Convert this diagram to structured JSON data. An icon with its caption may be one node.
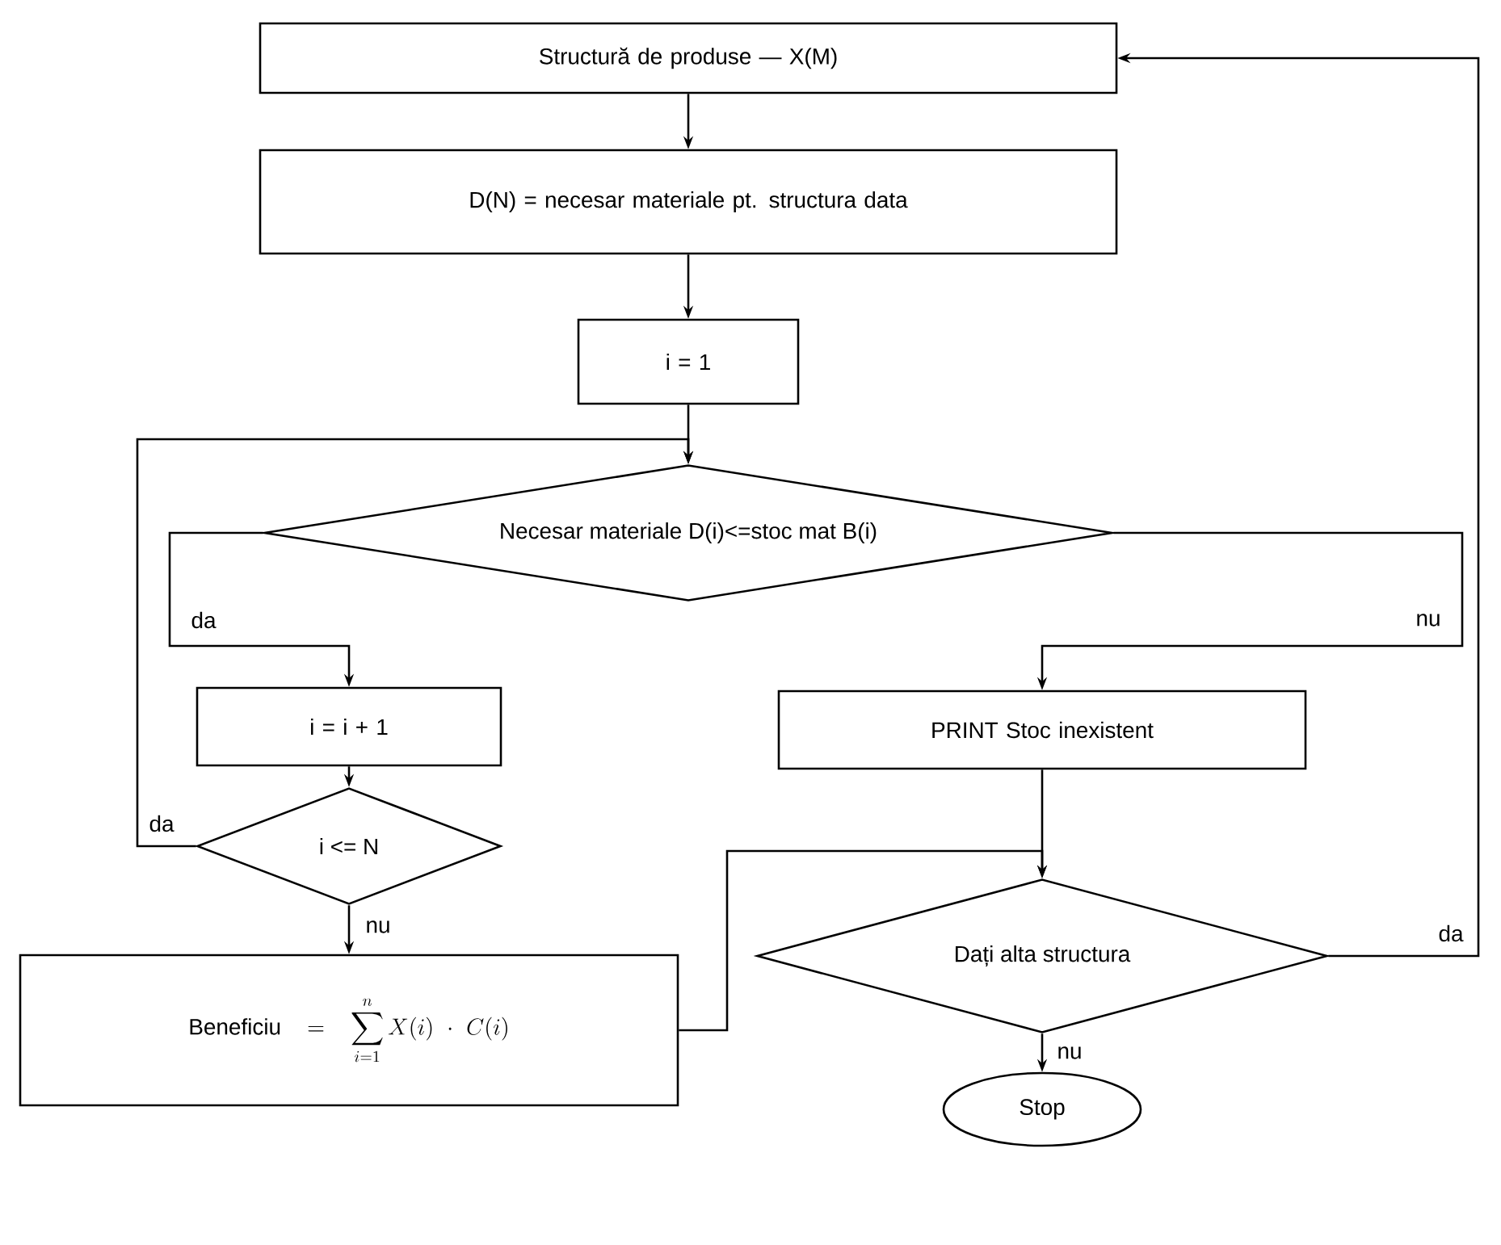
{
  "diagram": {
    "nodes": [
      {
        "text": [
          "Structură de produse — X(M)"
        ]
      },
      {
        "text": [
          "D(N) = necesar materiale pt. structura data"
        ]
      },
      {
        "text": [
          "i = 1"
        ]
      },
      {
        "text": [
          "Necesar materiale D(i)<=stoc mat B(i)"
        ]
      },
      {
        "text": [
          "i = i + 1"
        ]
      },
      {
        "text": [
          "i <= N"
        ]
      },
      {
        "text": [
          "\\text{Beneficiu} = \\sum_{i=1}^{n} X(i) \\cdot C(i)"
        ]
      },
      {
        "text": [
          "PRINT Stoc inexistent"
        ]
      },
      {
        "text": [
          "Dați alta structura"
        ]
      },
      {
        "text": [
          "Stop"
        ]
      }
    ],
    "edges": [
      {
        "from": 0,
        "to": 1,
        "arrow": "to"
      },
      {
        "from": 1,
        "to": 2,
        "arrow": "to"
      },
      {
        "from": 2,
        "to": 3,
        "arrow": "to"
      },
      {
        "from": 3,
        "to": 4,
        "arrow": "to",
        "label": "da"
      },
      {
        "from": 3,
        "to": 7,
        "arrow": "to",
        "label": "nu"
      },
      {
        "from": 4,
        "to": 5,
        "arrow": "to"
      },
      {
        "from": 5,
        "to": 3,
        "arrow": "to",
        "label": "da"
      },
      {
        "from": 5,
        "to": 6,
        "arrow": "to",
        "label": "nu"
      },
      {
        "from": 6,
        "to": 8,
        "arrow": "to"
      },
      {
        "from": 7,
        "to": 8,
        "arrow": "to"
      },
      {
        "from": 8,
        "to": 9,
        "arrow": "to",
        "label": "nu"
      },
      {
        "from": 8,
        "to": 0,
        "arrow": "to",
        "label": "da"
      }
    ]
  }
}
